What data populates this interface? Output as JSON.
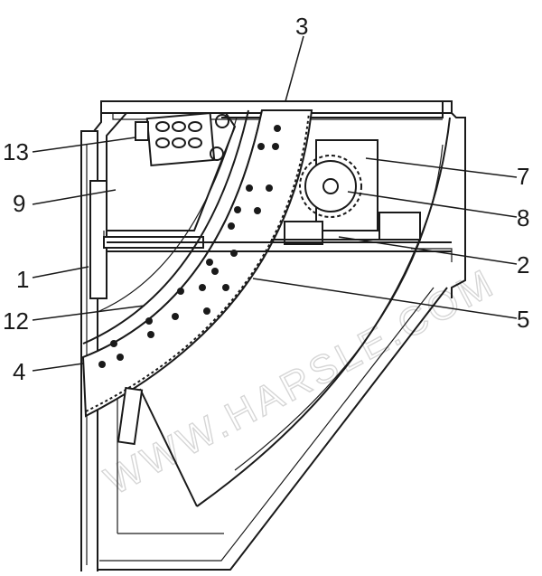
{
  "labels": {
    "l1": "1",
    "l2": "2",
    "l3": "3",
    "l4": "4",
    "l5": "5",
    "l7": "7",
    "l8": "8",
    "l9": "9",
    "l12": "12",
    "l13": "13"
  },
  "watermark": "WWW.HARSLE.COM",
  "colors": {
    "line": "#1a1a1a",
    "background": "#ffffff",
    "watermark": "#d6d6d6"
  }
}
